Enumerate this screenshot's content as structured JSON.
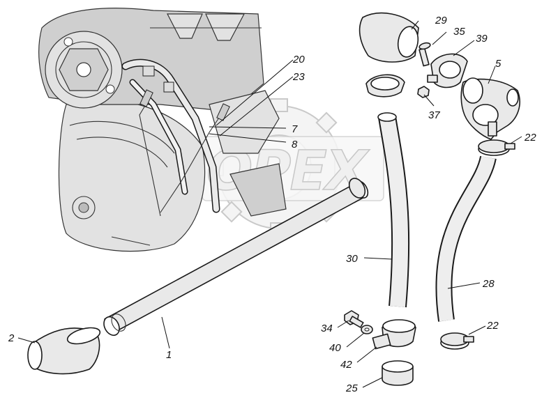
{
  "watermark": {
    "text": "OPEX"
  },
  "callouts": {
    "c1": "1",
    "c2": "2",
    "c5": "5",
    "c7": "7",
    "c8": "8",
    "c20": "20",
    "c22a": "22",
    "c22b": "22",
    "c23": "23",
    "c25": "25",
    "c28": "28",
    "c29": "29",
    "c30": "30",
    "c34": "34",
    "c35": "35",
    "c37": "37",
    "c39": "39",
    "c40": "40",
    "c42": "42"
  }
}
